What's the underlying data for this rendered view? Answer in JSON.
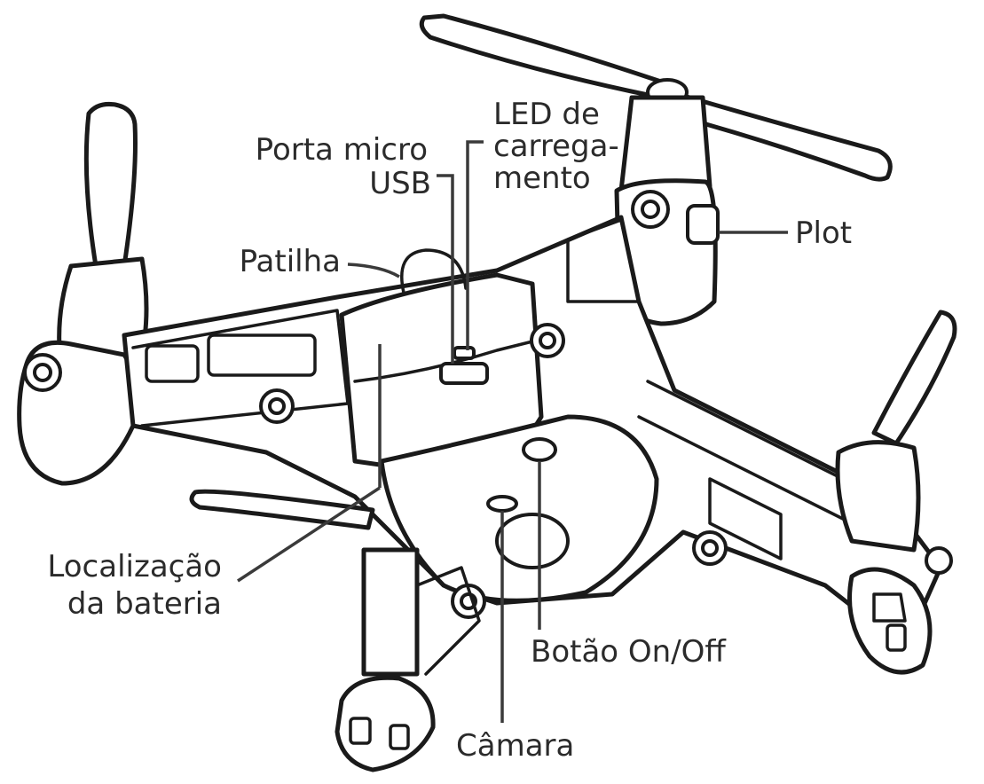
{
  "labels": {
    "usb_line1": "Porta micro",
    "usb_line2": "USB",
    "led_line1": "LED de",
    "led_line2": "carrega-",
    "led_line3": "mento",
    "plot": "Plot",
    "patilha": "Patilha",
    "battery_line1": "Localização",
    "battery_line2": "da bateria",
    "onoff": "Botão On/Off",
    "camera": "Câmara"
  },
  "icons": [
    "drone-illustration",
    "propeller-icon",
    "motor-icon",
    "wheel-icon"
  ],
  "colors": {
    "ink": "#1a1a1a",
    "text": "#2b2b2b",
    "background": "#ffffff"
  }
}
